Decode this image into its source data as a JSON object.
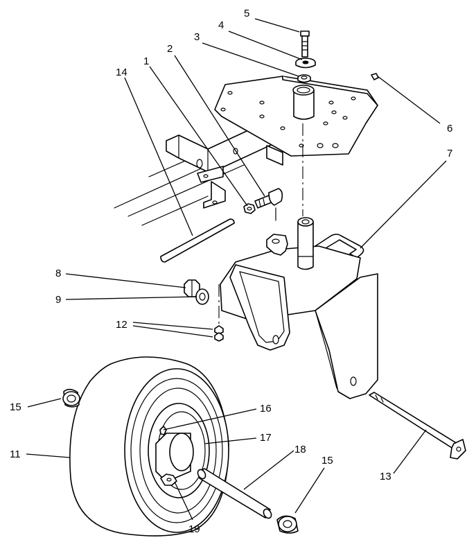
{
  "callouts": [
    {
      "id": "c1",
      "label": "1"
    },
    {
      "id": "c2",
      "label": "2"
    },
    {
      "id": "c3",
      "label": "3"
    },
    {
      "id": "c4",
      "label": "4"
    },
    {
      "id": "c5",
      "label": "5"
    },
    {
      "id": "c6",
      "label": "6"
    },
    {
      "id": "c7",
      "label": "7"
    },
    {
      "id": "c8",
      "label": "8"
    },
    {
      "id": "c9",
      "label": "9"
    },
    {
      "id": "c11",
      "label": "11"
    },
    {
      "id": "c12",
      "label": "12"
    },
    {
      "id": "c13",
      "label": "13"
    },
    {
      "id": "c14",
      "label": "14"
    },
    {
      "id": "c15a",
      "label": "15"
    },
    {
      "id": "c15b",
      "label": "15"
    },
    {
      "id": "c16",
      "label": "16"
    },
    {
      "id": "c17",
      "label": "17"
    },
    {
      "id": "c18",
      "label": "18"
    },
    {
      "id": "c19",
      "label": "19"
    }
  ]
}
